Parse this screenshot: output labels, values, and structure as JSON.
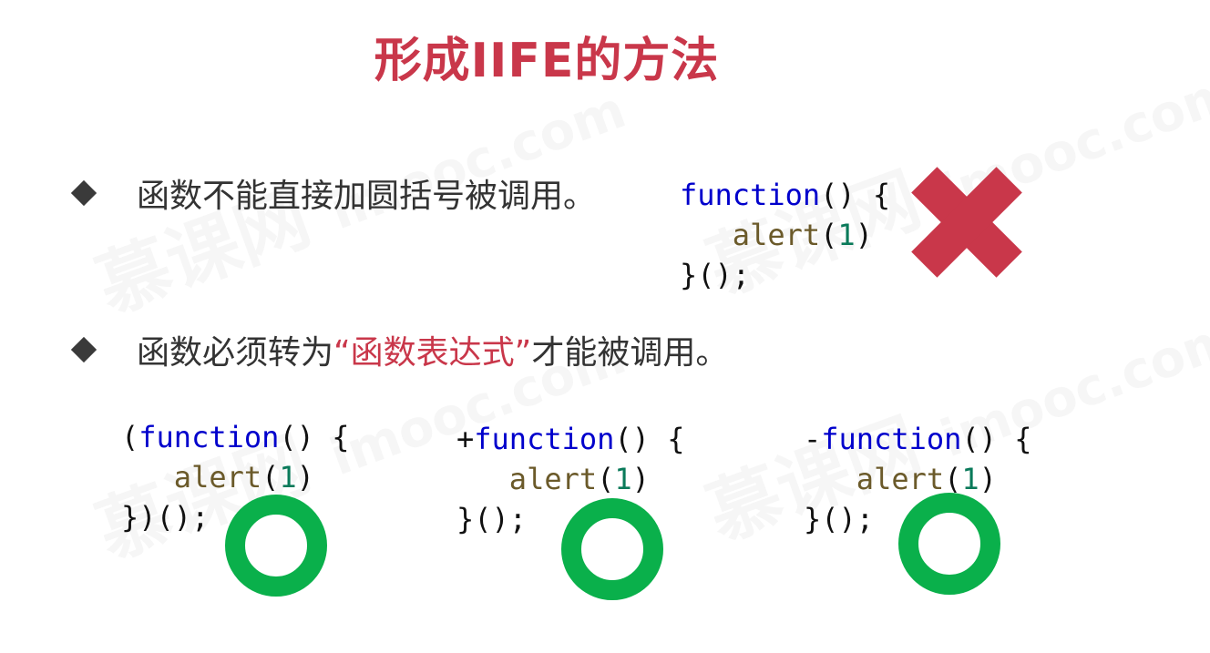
{
  "slide": {
    "title": "形成IIFE的方法",
    "bullet1": "函数不能直接加圆括号被调用。",
    "bullet2_prefix": "函数必须转为",
    "bullet2_highlight": "“函数表达式”",
    "bullet2_suffix": "才能被调用。"
  },
  "code_bad": {
    "kw": "function",
    "head_rest": "() {",
    "fn": "alert",
    "open": "(",
    "num": "1",
    "close": ")",
    "end": "}();"
  },
  "code_paren": {
    "prefix": "(",
    "kw": "function",
    "head_rest": "() {",
    "fn": "alert",
    "open": "(",
    "num": "1",
    "close": ")",
    "end": "})();"
  },
  "code_plus": {
    "prefix": "+",
    "kw": "function",
    "head_rest": "() {",
    "fn": "alert",
    "open": "(",
    "num": "1",
    "close": ")",
    "end": "}();"
  },
  "code_minus": {
    "prefix": "-",
    "kw": "function",
    "head_rest": "() {",
    "fn": "alert",
    "open": "(",
    "num": "1",
    "close": ")",
    "end": "}();"
  },
  "watermark": {
    "cn": "慕课网",
    "en": "imooc.com"
  },
  "colors": {
    "title_red": "#c9374a",
    "cross_red": "#c9374a",
    "check_green": "#0ab04b",
    "keyword_blue": "#0000cc",
    "function_brown": "#6b5a2a",
    "number_green": "#0a7a5a"
  }
}
